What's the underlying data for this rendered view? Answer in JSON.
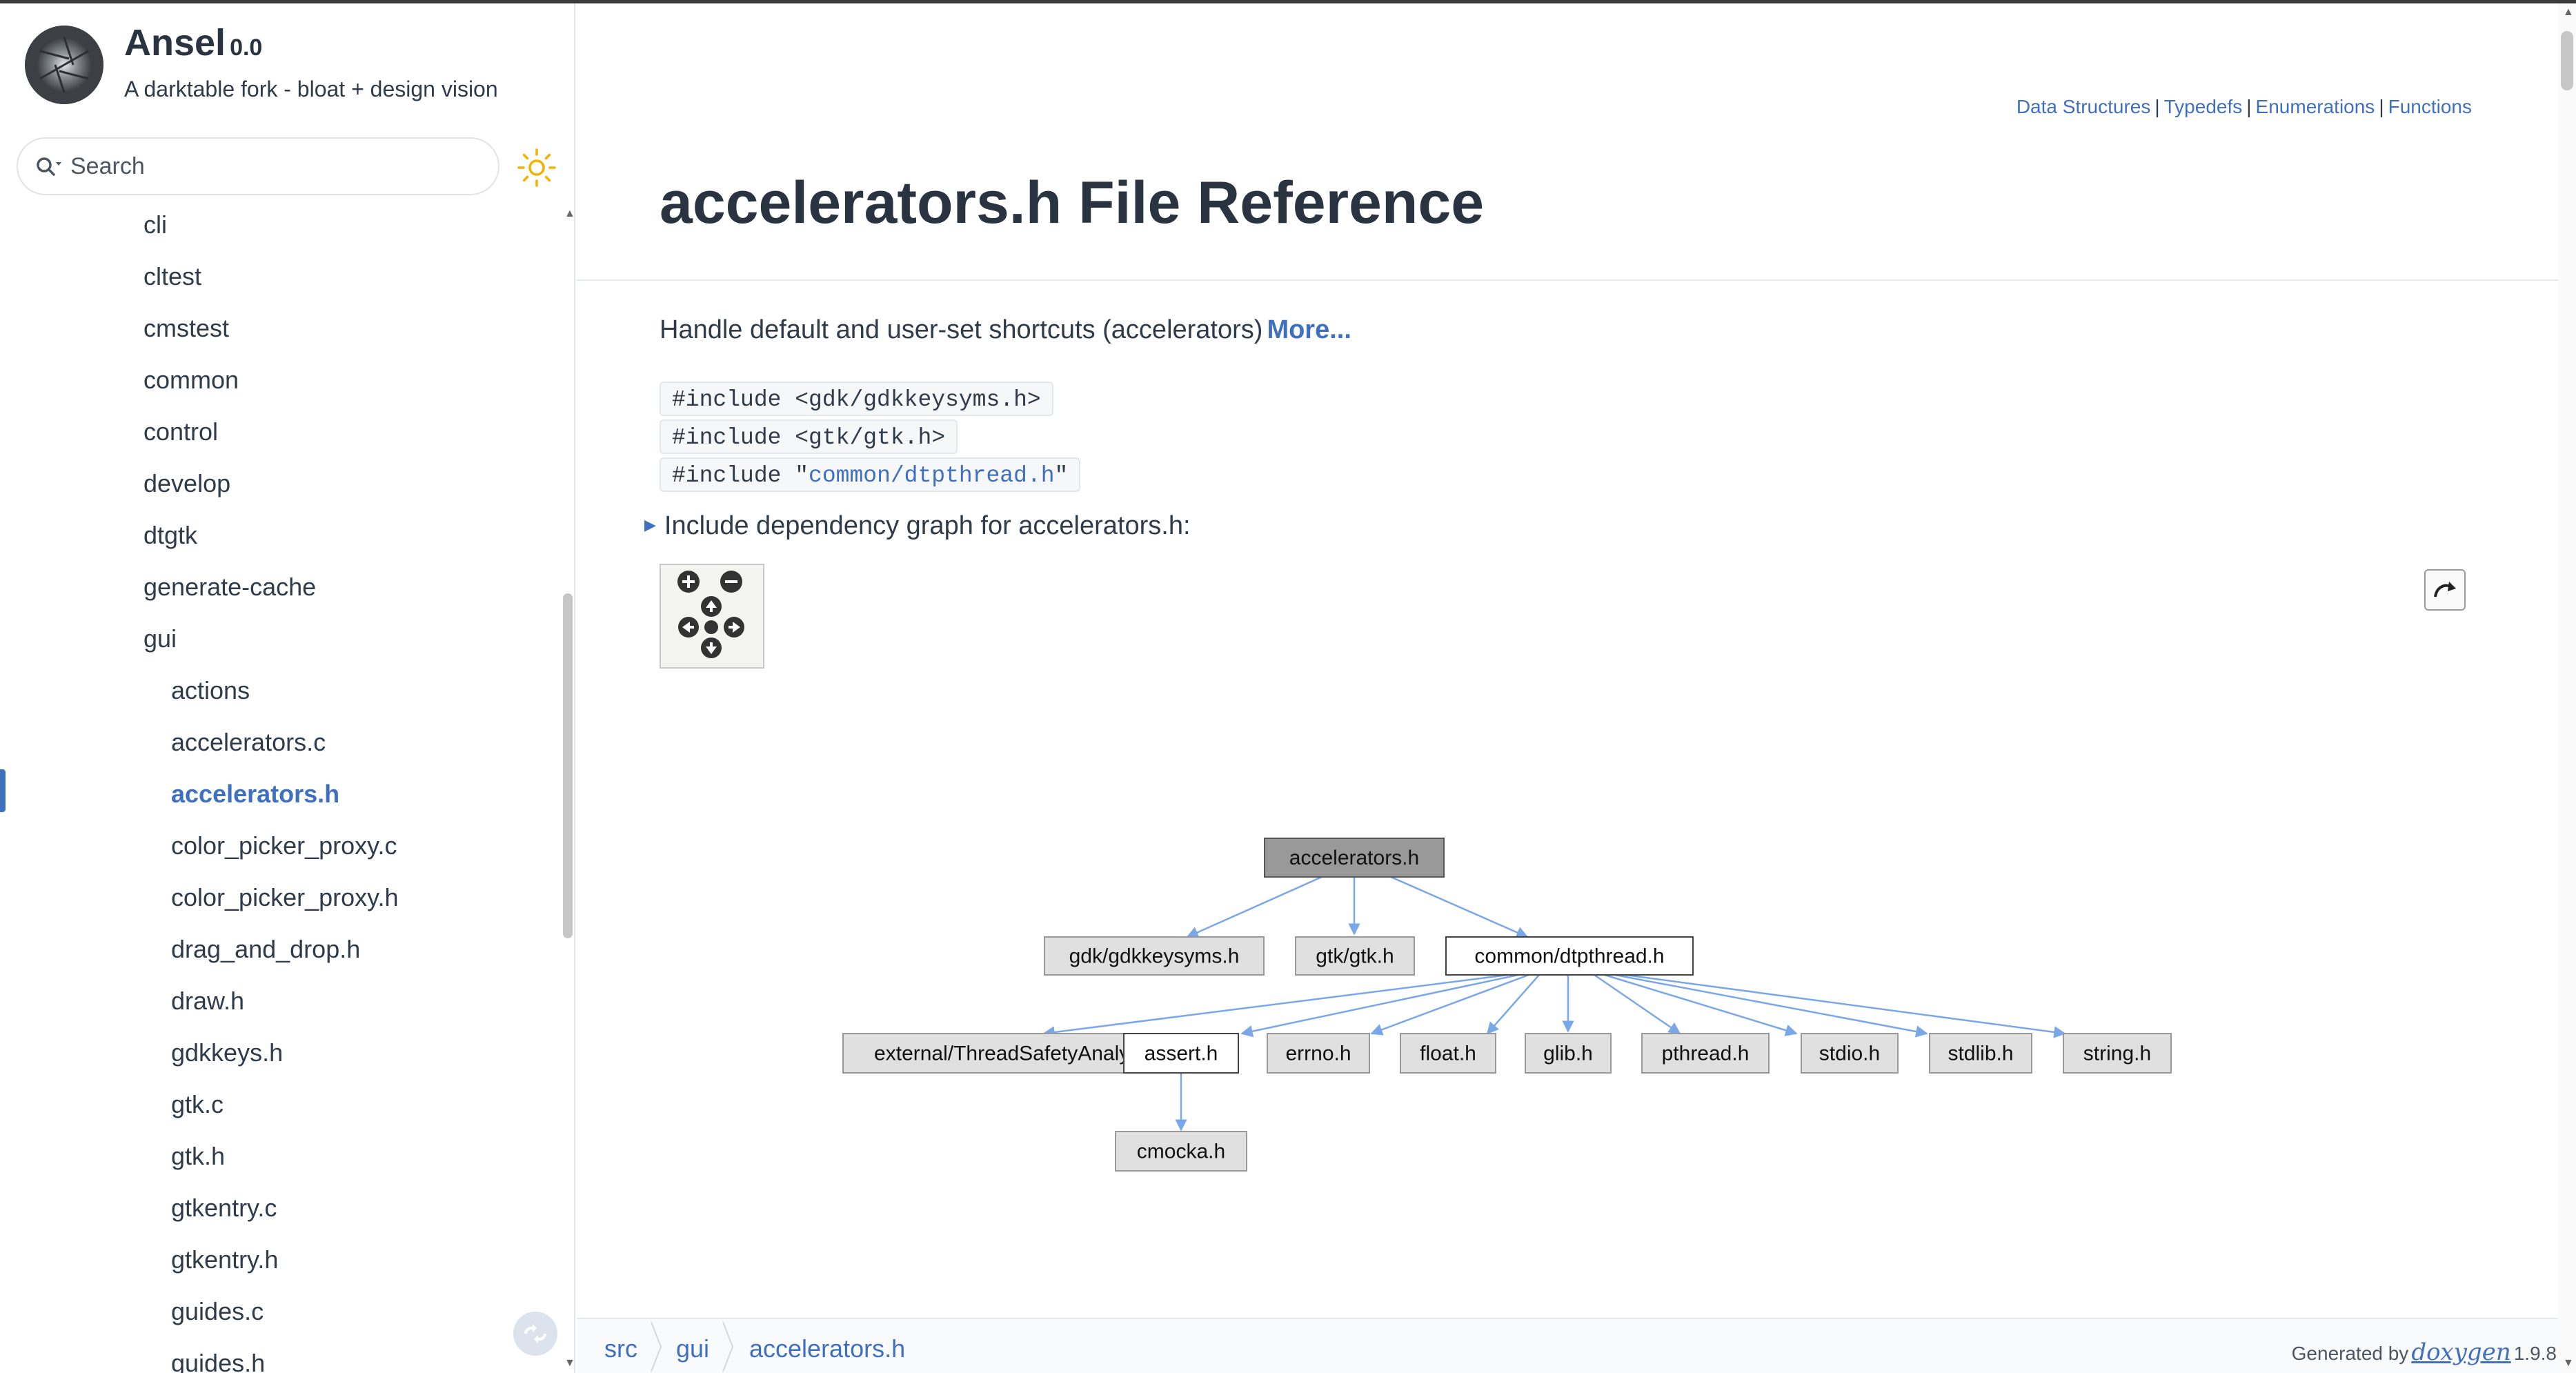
{
  "project": {
    "name": "Ansel",
    "number": "0.0",
    "brief": "A darktable fork - bloat + design vision"
  },
  "search": {
    "placeholder": "Search"
  },
  "nav": {
    "items": [
      {
        "label": "cli",
        "level": 1
      },
      {
        "label": "cltest",
        "level": 1
      },
      {
        "label": "cmstest",
        "level": 1
      },
      {
        "label": "common",
        "level": 1
      },
      {
        "label": "control",
        "level": 1
      },
      {
        "label": "develop",
        "level": 1
      },
      {
        "label": "dtgtk",
        "level": 1
      },
      {
        "label": "generate-cache",
        "level": 1
      },
      {
        "label": "gui",
        "level": 1
      },
      {
        "label": "actions",
        "level": 2
      },
      {
        "label": "accelerators.c",
        "level": 2
      },
      {
        "label": "accelerators.h",
        "level": 2,
        "selected": true
      },
      {
        "label": "color_picker_proxy.c",
        "level": 2
      },
      {
        "label": "color_picker_proxy.h",
        "level": 2
      },
      {
        "label": "drag_and_drop.h",
        "level": 2
      },
      {
        "label": "draw.h",
        "level": 2
      },
      {
        "label": "gdkkeys.h",
        "level": 2
      },
      {
        "label": "gtk.c",
        "level": 2
      },
      {
        "label": "gtk.h",
        "level": 2
      },
      {
        "label": "gtkentry.c",
        "level": 2
      },
      {
        "label": "gtkentry.h",
        "level": 2
      },
      {
        "label": "guides.c",
        "level": 2
      },
      {
        "label": "guides.h",
        "level": 2
      }
    ]
  },
  "header": {
    "links": [
      "Data Structures",
      "Typedefs",
      "Enumerations",
      "Functions"
    ],
    "separator": "|",
    "title": "accelerators.h File Reference"
  },
  "brief": {
    "text": "Handle default and user-set shortcuts (accelerators)",
    "more": "More..."
  },
  "includes": [
    {
      "prefix": "#include <gdk/gdkkeysyms.h>",
      "link": "",
      "suffix": ""
    },
    {
      "prefix": "#include <gtk/gtk.h>",
      "link": "",
      "suffix": ""
    },
    {
      "prefix": "#include \"",
      "link": "common/dtpthread.h",
      "suffix": "\""
    }
  ],
  "dependency": {
    "toggle_label": "Include dependency graph for accelerators.h:",
    "nodes": {
      "root": "accelerators.h",
      "gdk": "gdk/gdkkeysyms.h",
      "gtk": "gtk/gtk.h",
      "dtp": "common/dtpthread.h",
      "tsa": "external/ThreadSafetyAnalysis.h",
      "assert": "assert.h",
      "errno": "errno.h",
      "float": "float.h",
      "glib": "glib.h",
      "pthread": "pthread.h",
      "stdio": "stdio.h",
      "stdlib": "stdlib.h",
      "string": "string.h",
      "cmocka": "cmocka.h"
    }
  },
  "breadcrumb": [
    "src",
    "gui",
    "accelerators.h"
  ],
  "footer": {
    "generated_by": "Generated by",
    "tool": "doxygen",
    "version": "1.9.8"
  },
  "colors": {
    "link": "#3f6fbf",
    "edge": "#7aa7e8",
    "node_fill": "#e0e0e0",
    "root_fill": "#999999"
  }
}
